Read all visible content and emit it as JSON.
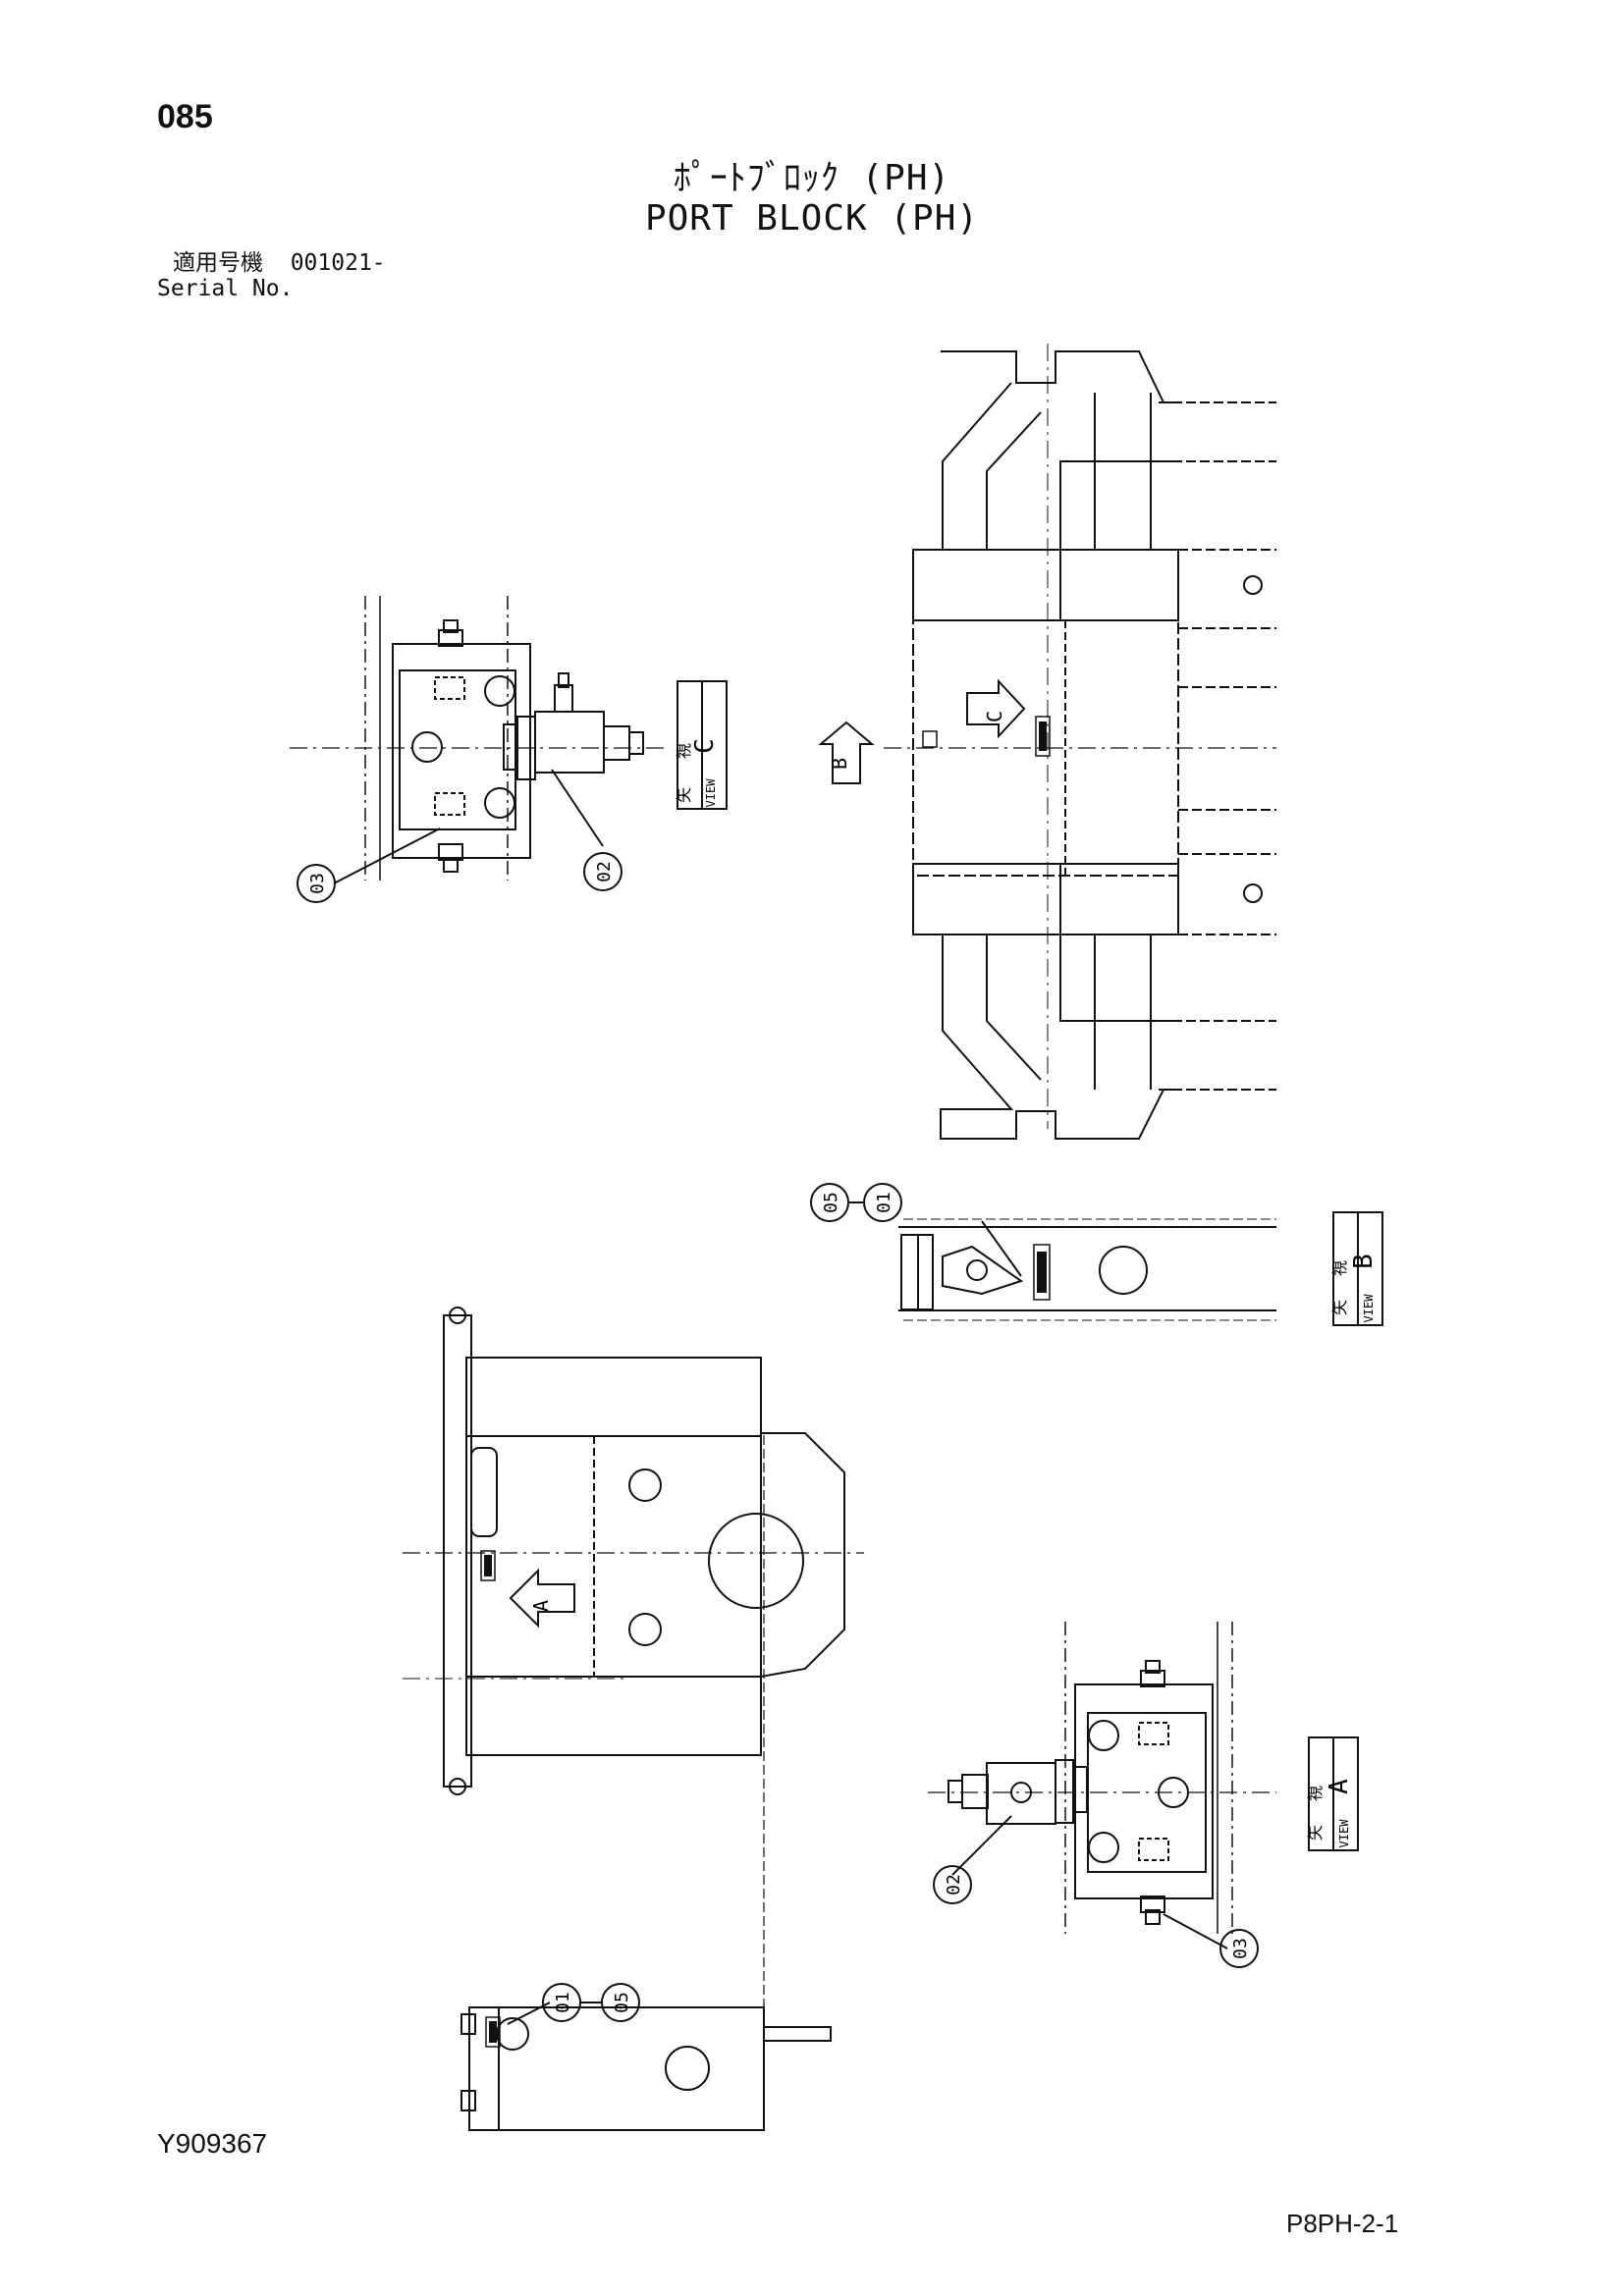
{
  "header": {
    "page_number": "085",
    "title_jp": "ﾎﾟｰﾄﾌﾞﾛｯｸ (PH)",
    "title_en": "PORT BLOCK (PH)",
    "serial_label_jp": "適用号機",
    "serial_value": "001021-",
    "serial_label_en": "Serial No."
  },
  "views": {
    "view_c": {
      "kanji_1": "矢",
      "kanji_2": "視",
      "word": "VIEW",
      "letter": "C"
    },
    "view_b": {
      "kanji_1": "矢",
      "kanji_2": "視",
      "word": "VIEW",
      "letter": "B"
    },
    "view_a": {
      "kanji_1": "矢",
      "kanji_2": "視",
      "word": "VIEW",
      "letter": "A"
    }
  },
  "arrows": {
    "c": "C",
    "b": "B",
    "a": "A"
  },
  "callouts": {
    "c1": "03",
    "c2": "02",
    "b1": "05",
    "b2": "01",
    "a1": "02",
    "a2": "03",
    "s1": "01",
    "s2": "05"
  },
  "footer": {
    "part_number": "Y909367",
    "sheet_ref": "P8PH-2-1"
  },
  "colors": {
    "ink": "#111111",
    "paper": "#ffffff"
  }
}
